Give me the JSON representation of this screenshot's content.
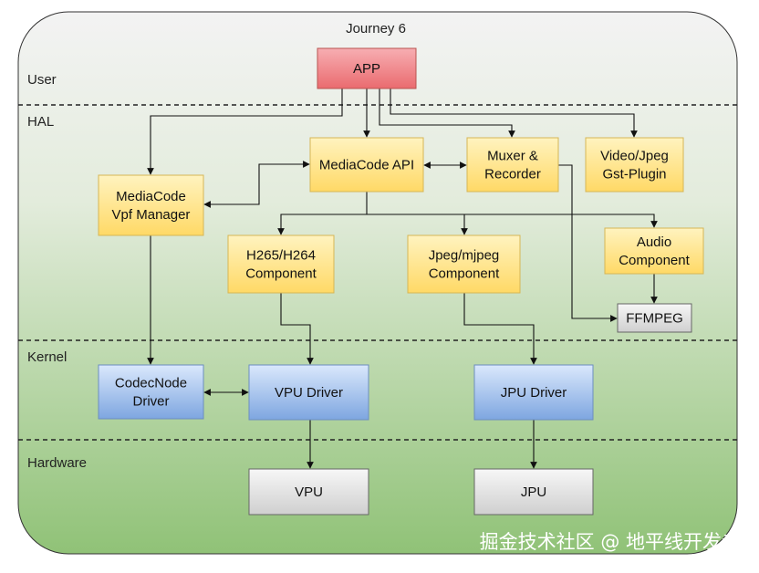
{
  "title": "Journey 6",
  "layers": [
    {
      "id": "user",
      "label": "User"
    },
    {
      "id": "hal",
      "label": "HAL"
    },
    {
      "id": "kernel",
      "label": "Kernel"
    },
    {
      "id": "hardware",
      "label": "Hardware"
    }
  ],
  "nodes": [
    {
      "id": "app",
      "lines": [
        "APP"
      ],
      "style": "red"
    },
    {
      "id": "mediacode-api",
      "lines": [
        "MediaCode API"
      ],
      "style": "yellow"
    },
    {
      "id": "muxer",
      "lines": [
        "Muxer &",
        "Recorder"
      ],
      "style": "yellow"
    },
    {
      "id": "gst-plugin",
      "lines": [
        "Video/Jpeg",
        "Gst-Plugin"
      ],
      "style": "yellow"
    },
    {
      "id": "vpf-manager",
      "lines": [
        "MediaCode",
        "Vpf Manager"
      ],
      "style": "yellow"
    },
    {
      "id": "h265-component",
      "lines": [
        "H265/H264",
        "Component"
      ],
      "style": "yellow"
    },
    {
      "id": "jpeg-component",
      "lines": [
        "Jpeg/mjpeg",
        "Component"
      ],
      "style": "yellow"
    },
    {
      "id": "audio-component",
      "lines": [
        "Audio",
        "Component"
      ],
      "style": "yellow"
    },
    {
      "id": "ffmpeg",
      "lines": [
        "FFMPEG"
      ],
      "style": "gray"
    },
    {
      "id": "codecnode-driver",
      "lines": [
        "CodecNode",
        "Driver"
      ],
      "style": "blue"
    },
    {
      "id": "vpu-driver",
      "lines": [
        "VPU Driver"
      ],
      "style": "blue"
    },
    {
      "id": "jpu-driver",
      "lines": [
        "JPU Driver"
      ],
      "style": "blue"
    },
    {
      "id": "vpu",
      "lines": [
        "VPU"
      ],
      "style": "gray"
    },
    {
      "id": "jpu",
      "lines": [
        "JPU"
      ],
      "style": "gray"
    }
  ],
  "edges": [
    {
      "from": "app",
      "to": "vpf-manager",
      "bidirectional": false
    },
    {
      "from": "app",
      "to": "mediacode-api",
      "bidirectional": false
    },
    {
      "from": "app",
      "to": "muxer",
      "bidirectional": false
    },
    {
      "from": "app",
      "to": "gst-plugin",
      "bidirectional": false
    },
    {
      "from": "vpf-manager",
      "to": "mediacode-api",
      "bidirectional": true
    },
    {
      "from": "mediacode-api",
      "to": "muxer",
      "bidirectional": true
    },
    {
      "from": "mediacode-api",
      "to": "h265-component",
      "bidirectional": false
    },
    {
      "from": "mediacode-api",
      "to": "jpeg-component",
      "bidirectional": false
    },
    {
      "from": "mediacode-api",
      "to": "audio-component",
      "bidirectional": false
    },
    {
      "from": "audio-component",
      "to": "ffmpeg",
      "bidirectional": false
    },
    {
      "from": "muxer",
      "to": "ffmpeg",
      "bidirectional": false
    },
    {
      "from": "vpf-manager",
      "to": "codecnode-driver",
      "bidirectional": false
    },
    {
      "from": "h265-component",
      "to": "vpu-driver",
      "bidirectional": false
    },
    {
      "from": "jpeg-component",
      "to": "jpu-driver",
      "bidirectional": false
    },
    {
      "from": "codecnode-driver",
      "to": "vpu-driver",
      "bidirectional": true
    },
    {
      "from": "vpu-driver",
      "to": "vpu",
      "bidirectional": false
    },
    {
      "from": "jpu-driver",
      "to": "jpu",
      "bidirectional": false
    }
  ],
  "watermark": "掘金技术社区 @ 地平线开发者",
  "colors": {
    "red_fill_top": "#f7aeb2",
    "red_fill_bottom": "#ea6b6f",
    "red_stroke": "#b85450",
    "yellow_fill_top": "#fff3bf",
    "yellow_fill_bottom": "#ffd966",
    "yellow_stroke": "#d6b656",
    "blue_fill_top": "#dae8fc",
    "blue_fill_bottom": "#7ea6e0",
    "blue_stroke": "#6c8ebf",
    "gray_fill_top": "#f5f5f5",
    "gray_fill_bottom": "#cccccc",
    "gray_stroke": "#666666",
    "background_top": "#f2f2f2",
    "background_bottom": "#92c37a"
  }
}
